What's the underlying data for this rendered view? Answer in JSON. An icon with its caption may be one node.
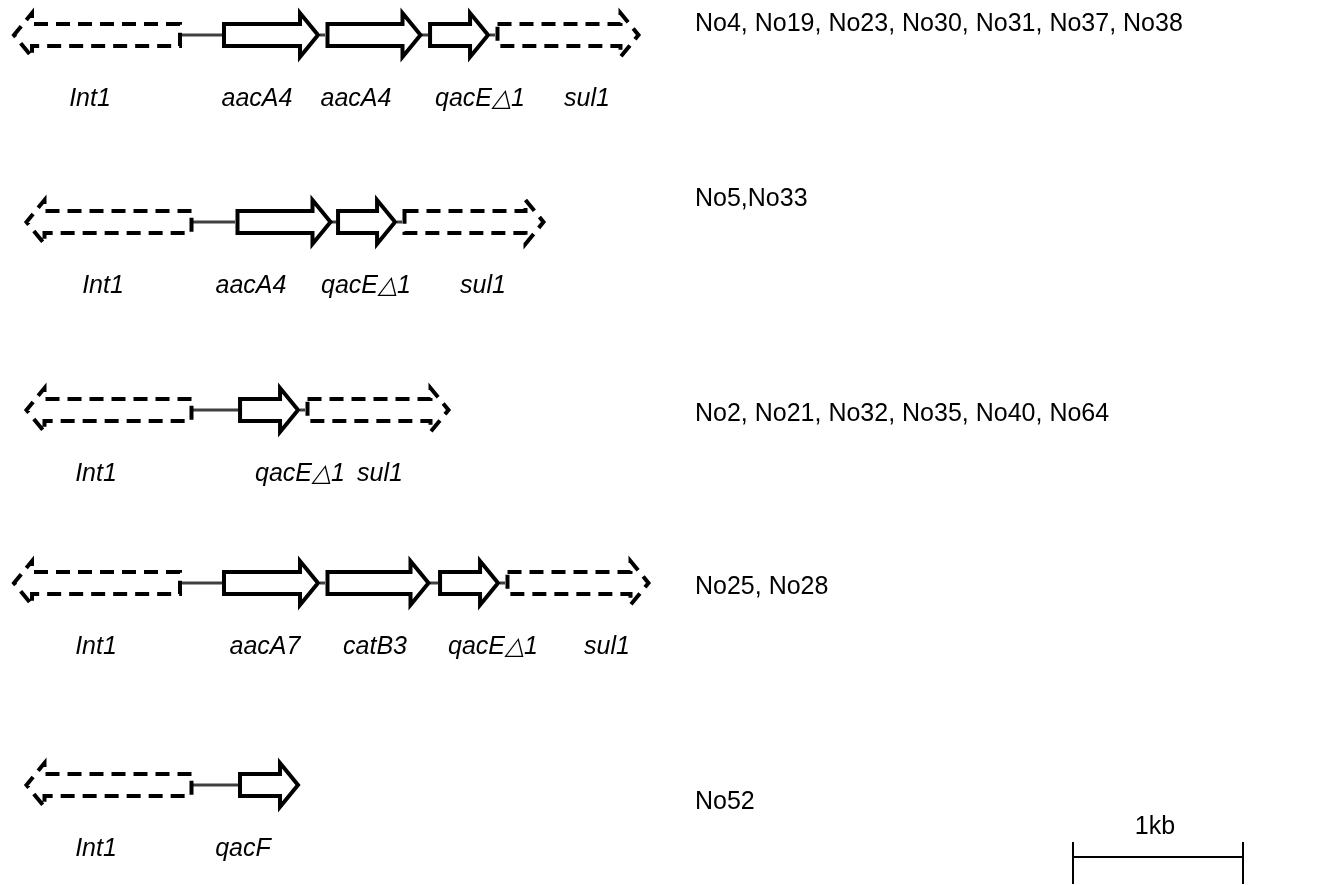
{
  "diagram": {
    "nodes": [
      {
        "text": [
          "Int1"
        ]
      },
      {
        "text": [
          "aacA4"
        ]
      },
      {
        "text": [
          "aacA4"
        ]
      },
      {
        "text": [
          "qacE△1"
        ]
      },
      {
        "text": [
          "sul1"
        ]
      },
      {
        "text": [
          "Int1"
        ]
      },
      {
        "text": [
          "aacA4"
        ]
      },
      {
        "text": [
          "qacE△1"
        ]
      },
      {
        "text": [
          "sul1"
        ]
      },
      {
        "text": [
          "Int1"
        ]
      },
      {
        "text": [
          "qacE△1"
        ]
      },
      {
        "text": [
          "sul1"
        ]
      },
      {
        "text": [
          "Int1"
        ]
      },
      {
        "text": [
          "aacA7"
        ]
      },
      {
        "text": [
          "catB3"
        ]
      },
      {
        "text": [
          "qacE△1"
        ]
      },
      {
        "text": [
          "sul1"
        ]
      },
      {
        "text": [
          "Int1"
        ]
      },
      {
        "text": [
          "qacF"
        ]
      }
    ],
    "edges": [
      {
        "from": 0,
        "to": 1,
        "arrow": "none"
      },
      {
        "from": 1,
        "to": 2,
        "arrow": "none"
      },
      {
        "from": 2,
        "to": 3,
        "arrow": "none"
      },
      {
        "from": 3,
        "to": 4,
        "arrow": "none"
      },
      {
        "from": 5,
        "to": 6,
        "arrow": "none"
      },
      {
        "from": 6,
        "to": 7,
        "arrow": "none"
      },
      {
        "from": 7,
        "to": 8,
        "arrow": "none"
      },
      {
        "from": 9,
        "to": 10,
        "arrow": "none"
      },
      {
        "from": 10,
        "to": 11,
        "arrow": "none"
      },
      {
        "from": 12,
        "to": 13,
        "arrow": "none"
      },
      {
        "from": 13,
        "to": 14,
        "arrow": "none"
      },
      {
        "from": 14,
        "to": 15,
        "arrow": "none"
      },
      {
        "from": 15,
        "to": 16,
        "arrow": "none"
      },
      {
        "from": 17,
        "to": 18,
        "arrow": "none"
      }
    ],
    "labels": [
      "No4, No19, No23, No30, No31, No37, No38",
      "No5,No33",
      "No2, No21, No32, No35, No40, No64",
      "No25, No28",
      "No52",
      "1kb"
    ]
  }
}
